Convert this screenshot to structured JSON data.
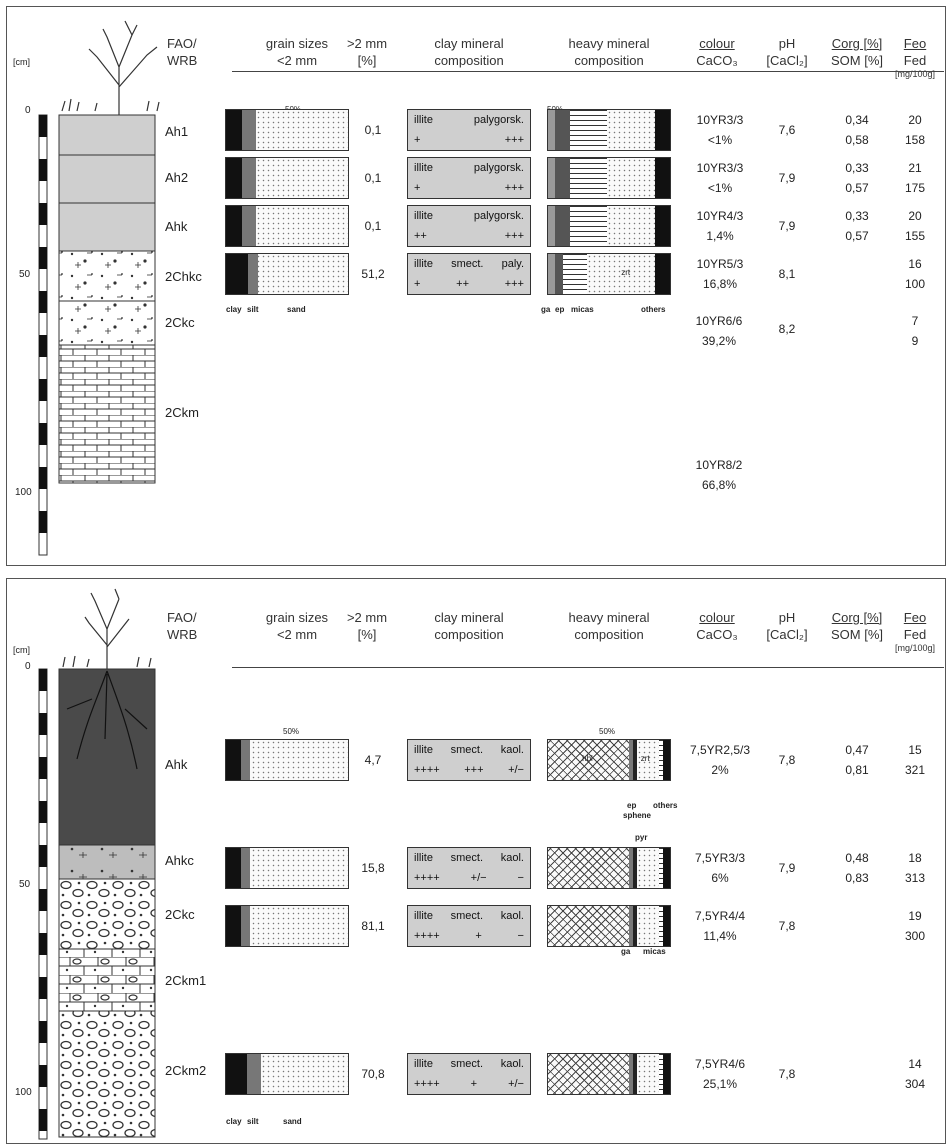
{
  "headers": {
    "fao": "FAO/",
    "wrb": "WRB",
    "grain1": "grain sizes",
    "grain2": "<2 mm",
    "gt1": ">2 mm",
    "gt2": "[%]",
    "clay1": "clay mineral",
    "clay2": "composition",
    "heavy1": "heavy mineral",
    "heavy2": "composition",
    "colour": "colour",
    "caco3": "CaCO₃",
    "ph": "pH",
    "phunit": "[CaCl₂]",
    "corg": "Corg [%]",
    "som": "SOM [%]",
    "feo": "Feo",
    "fed": "Fed",
    "feunit": "[mg/100g]",
    "cm": "[cm]"
  },
  "legend": {
    "pct50": "50%",
    "clay": "clay",
    "silt": "silt",
    "sand": "sand",
    "ga": "ga",
    "ep": "ep",
    "micas": "micas",
    "others": "others",
    "zrt": "zrt",
    "hbl": "hbl",
    "sphene": "sphene",
    "pyr": "pyr"
  },
  "profile1": {
    "depth_ticks": [
      "0",
      "50",
      "100"
    ],
    "horizons": [
      "Ah1",
      "Ah2",
      "Ahk",
      "2Chkc",
      "2Ckc",
      "2Ckm"
    ],
    "rows": [
      {
        "grain": {
          "clay": 13,
          "silt": 12
        },
        "gt2": "0,1",
        "clay": {
          "l1": [
            "illite",
            "palygorsk."
          ],
          "l2": [
            "+",
            "+++"
          ]
        },
        "heavy": [
          6,
          12,
          30
        ],
        "colour": "10YR3/3",
        "caco3": "<1%",
        "ph": "7,6",
        "corg": "0,34",
        "som": "0,58",
        "feo": "20",
        "fed": "158"
      },
      {
        "grain": {
          "clay": 13,
          "silt": 12
        },
        "gt2": "0,1",
        "clay": {
          "l1": [
            "illite",
            "palygorsk."
          ],
          "l2": [
            "+",
            "+++"
          ]
        },
        "heavy": [
          6,
          12,
          30
        ],
        "colour": "10YR3/3",
        "caco3": "<1%",
        "ph": "7,9",
        "corg": "0,33",
        "som": "0,57",
        "feo": "21",
        "fed": "175"
      },
      {
        "grain": {
          "clay": 13,
          "silt": 12
        },
        "gt2": "0,1",
        "clay": {
          "l1": [
            "illite",
            "palygorsk."
          ],
          "l2": [
            "++",
            "+++"
          ]
        },
        "heavy": [
          6,
          12,
          30
        ],
        "colour": "10YR4/3",
        "caco3": "1,4%",
        "ph": "7,9",
        "corg": "0,33",
        "som": "0,57",
        "feo": "20",
        "fed": "155"
      },
      {
        "grain": {
          "clay": 18,
          "silt": 8
        },
        "gt2": "51,2",
        "clay": {
          "l1": [
            "illite",
            "smect.",
            "paly."
          ],
          "l2": [
            "+",
            "++",
            "+++"
          ]
        },
        "heavy": [
          6,
          6,
          20
        ],
        "colour": "10YR5/3",
        "caco3": "16,8%",
        "ph": "8,1",
        "corg": "",
        "som": "",
        "feo": "16",
        "fed": "100"
      }
    ],
    "extra": [
      {
        "colour": "10YR6/6",
        "caco3": "39,2%",
        "ph": "8,2",
        "feo": "7",
        "fed": "9"
      },
      {
        "colour": "10YR8/2",
        "caco3": "66,8%"
      }
    ]
  },
  "profile2": {
    "depth_ticks": [
      "0",
      "50",
      "100"
    ],
    "horizons": [
      "Ahk",
      "Ahkc",
      "2Ckc",
      "2Ckm1",
      "2Ckm2"
    ],
    "rows": [
      {
        "grain": {
          "clay": 12,
          "silt": 8
        },
        "gt2": "4,7",
        "clay": {
          "l1": [
            "illite",
            "smect.",
            "kaol."
          ],
          "l2": [
            "++++",
            "+++",
            "+/−"
          ]
        },
        "colour": "7,5YR2,5/3",
        "caco3": "2%",
        "ph": "7,8",
        "corg": "0,47",
        "som": "0,81",
        "feo": "15",
        "fed": "321"
      },
      {
        "grain": {
          "clay": 12,
          "silt": 8
        },
        "gt2": "15,8",
        "clay": {
          "l1": [
            "illite",
            "smect.",
            "kaol."
          ],
          "l2": [
            "++++",
            "+/−",
            "−"
          ]
        },
        "colour": "7,5YR3/3",
        "caco3": "6%",
        "ph": "7,9",
        "corg": "0,48",
        "som": "0,83",
        "feo": "18",
        "fed": "313"
      },
      {
        "grain": {
          "clay": 12,
          "silt": 8
        },
        "gt2": "81,1",
        "clay": {
          "l1": [
            "illite",
            "smect.",
            "kaol."
          ],
          "l2": [
            "++++",
            "+",
            "−"
          ]
        },
        "colour": "7,5YR4/4",
        "caco3": "11,4%",
        "ph": "7,8",
        "corg": "",
        "som": "",
        "feo": "19",
        "fed": "300"
      },
      {
        "grain": {
          "clay": 17,
          "silt": 12
        },
        "gt2": "70,8",
        "clay": {
          "l1": [
            "illite",
            "smect.",
            "kaol."
          ],
          "l2": [
            "++++",
            "+",
            "+/−"
          ]
        },
        "colour": "7,5YR4/6",
        "caco3": "25,1%",
        "ph": "7,8",
        "corg": "",
        "som": "",
        "feo": "14",
        "fed": "304"
      }
    ]
  }
}
